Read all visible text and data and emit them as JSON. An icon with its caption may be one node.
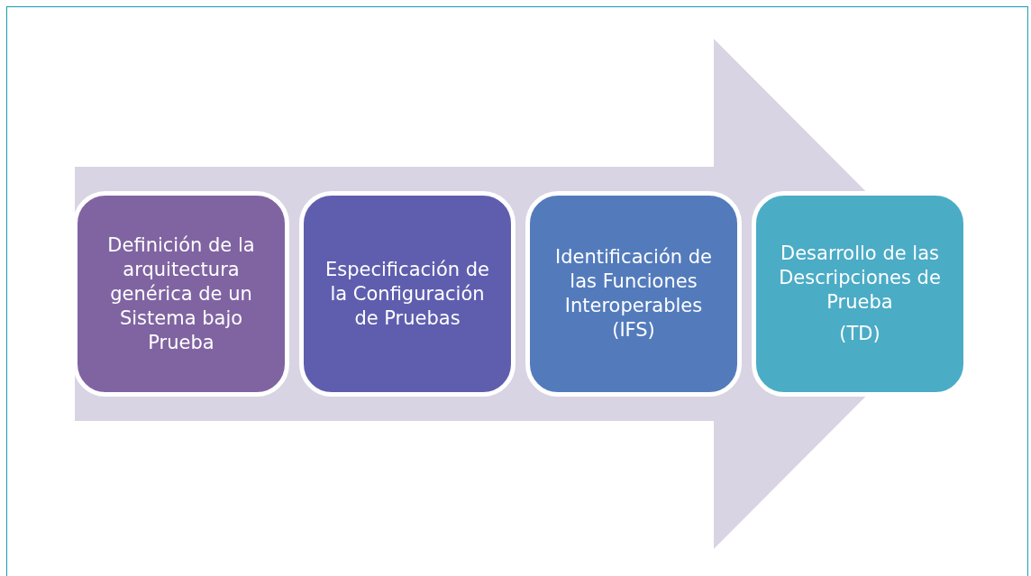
{
  "diagram": {
    "nodes": [
      {
        "text": [
          "Definición de la arquitectura genérica de un Sistema bajo Prueba"
        ]
      },
      {
        "text": [
          "Especificación de la Configuración de Pruebas"
        ]
      },
      {
        "text": [
          "Identificación de las Funciones Interoperables (IFS)"
        ]
      },
      {
        "text": [
          "Desarrollo de las Descripciones de Prueba",
          "(TD)"
        ]
      }
    ],
    "edges": [
      {
        "from": 0,
        "to": 3,
        "arrow": "to"
      }
    ]
  }
}
